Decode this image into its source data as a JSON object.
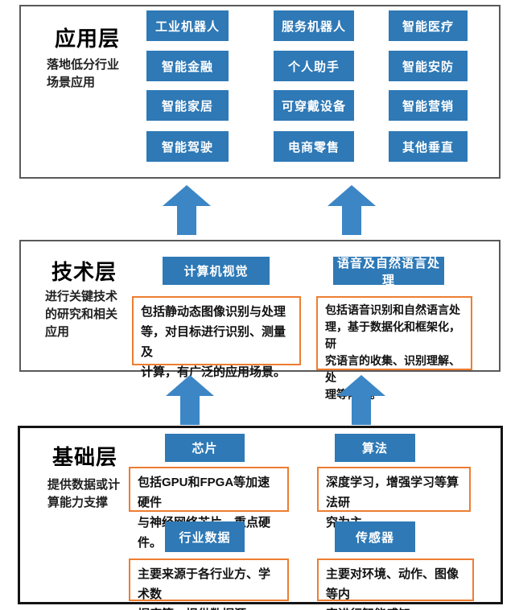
{
  "colors": {
    "box_blue": "#2e79b6",
    "arrow_blue": "#3c86c6",
    "orange_border": "#ed7d31",
    "section_border_gray": "#595959",
    "section_border_black": "#141414"
  },
  "app_layer": {
    "title": "应用层",
    "subtitle": "落地低分行业\n场景应用",
    "items": [
      "工业机器人",
      "服务机器人",
      "智能医疗",
      "智能金融",
      "个人助手",
      "智能安防",
      "智能家居",
      "可穿戴设备",
      "智能营销",
      "智能驾驶",
      "电商零售",
      "其他垂直"
    ]
  },
  "tech_layer": {
    "title": "技术层",
    "subtitle": "进行关键技术\n的研究和相关\n应用",
    "groups": [
      {
        "label": "计算机视觉",
        "desc": "包括静动态图像识别与处理\n等，对目标进行识别、测量及\n计算，有广泛的应用场景。"
      },
      {
        "label": "语音及自然语言处理",
        "desc": "包括语音识别和自然语言处\n理，基于数据化和框架化，研\n究语言的收集、识别理解、处\n理等内容。"
      }
    ]
  },
  "base_layer": {
    "title": "基础层",
    "subtitle": "提供数据或计\n算能力支撑",
    "groups": [
      {
        "label": "芯片",
        "desc": "包括GPU和FPGA等加速硬件\n与神经网络芯片，重点硬件。"
      },
      {
        "label": "算法",
        "desc": "深度学习，增强学习等算法研\n究为主。"
      },
      {
        "label": "行业数据",
        "desc": "主要来源于各行业方、学术数\n据库等，提供数据源。"
      },
      {
        "label": "传感器",
        "desc": "主要对环境、动作、图像等内\n容进行智能感知。"
      }
    ]
  }
}
